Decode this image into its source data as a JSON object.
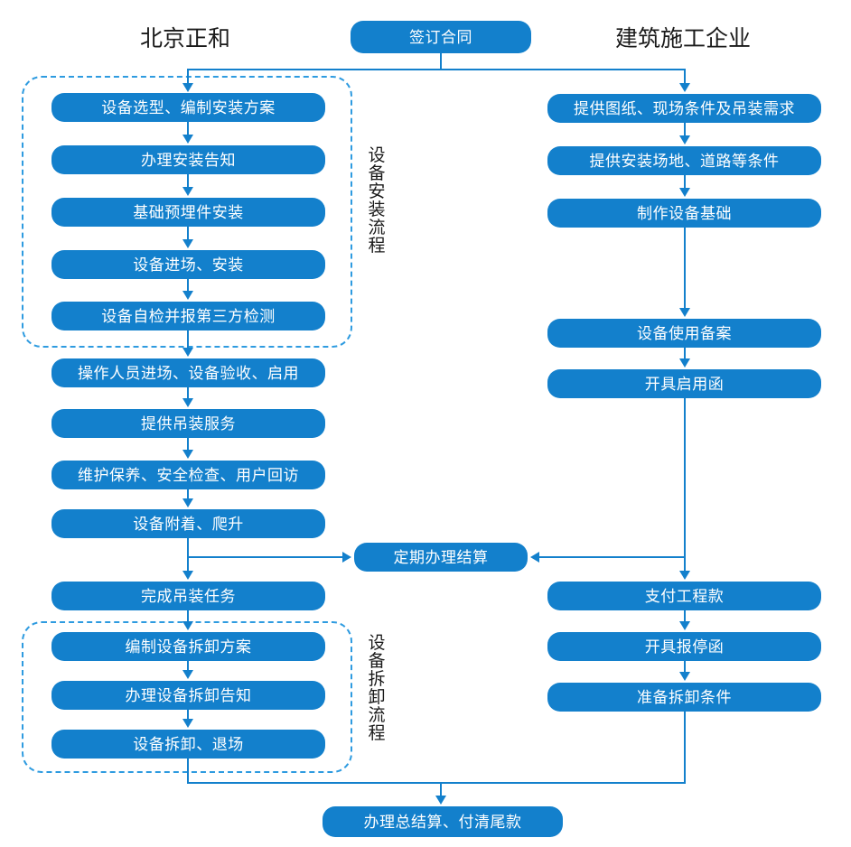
{
  "diagram": {
    "title_left": "北京正和",
    "title_right": "建筑施工企业",
    "accent_color": "#1380CC",
    "dashed_color": "#2E9BE0",
    "group_label_install": "设备安装流程",
    "group_label_dismantle": "设备拆卸流程"
  },
  "nodes": {
    "contract": "签订合同",
    "left": [
      "设备选型、编制安装方案",
      "办理安装告知",
      "基础预埋件安装",
      "设备进场、安装",
      "设备自检并报第三方检测",
      "操作人员进场、设备验收、启用",
      "提供吊装服务",
      "维护保养、安全检查、用户回访",
      "设备附着、爬升",
      "完成吊装任务",
      "编制设备拆卸方案",
      "办理设备拆卸告知",
      "设备拆卸、退场"
    ],
    "right": [
      "提供图纸、现场条件及吊装需求",
      "提供安装场地、道路等条件",
      "制作设备基础",
      "设备使用备案",
      "开具启用函",
      "支付工程款",
      "开具报停函",
      "准备拆卸条件"
    ],
    "settlement_periodic": "定期办理结算",
    "settlement_final": "办理总结算、付清尾款"
  }
}
